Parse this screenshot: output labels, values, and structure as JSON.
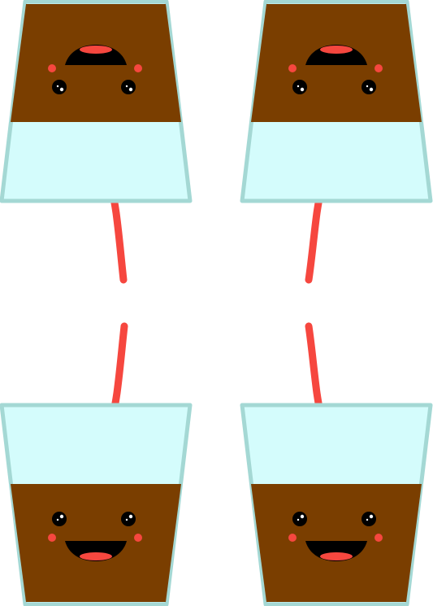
{
  "colors": {
    "background": "#ffffff",
    "glass_fill": "#d4fcfc",
    "glass_rim": "#a4d8d4",
    "drink": "#7a3e00",
    "straw": "#f6473f",
    "mouth": "#000000",
    "tongue": "#f6473f",
    "cheek": "#f6473f",
    "eye": "#000000",
    "eye_shine": "#ffffff"
  },
  "icons": {
    "cup": "cup-icon",
    "straw": "straw-icon",
    "face": "smiley-face-icon"
  },
  "cups": [
    {
      "position": "top-left",
      "orientation": "upside-down"
    },
    {
      "position": "top-right",
      "orientation": "upside-down"
    },
    {
      "position": "bottom-left",
      "orientation": "upright"
    },
    {
      "position": "bottom-right",
      "orientation": "upright"
    }
  ]
}
